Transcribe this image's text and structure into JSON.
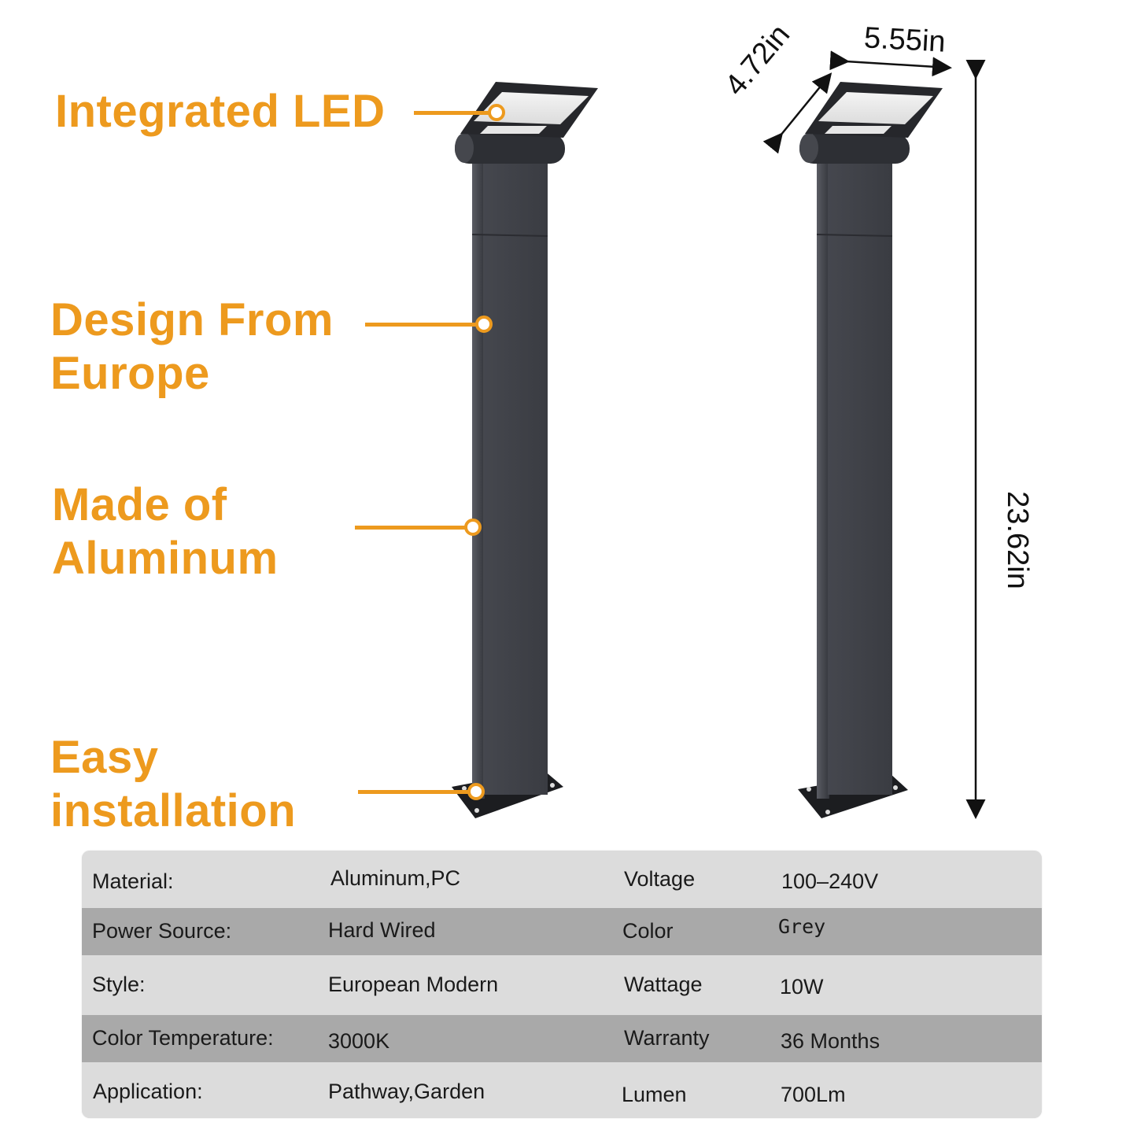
{
  "features": [
    {
      "label": "Integrated LED"
    },
    {
      "label": "Design From\nEurope"
    },
    {
      "label": "Made of\nAluminum"
    },
    {
      "label": "Easy\ninstallation"
    }
  ],
  "dimensions": {
    "width": "5.55in",
    "depth": "4.72in",
    "height": "23.62in"
  },
  "colors": {
    "accent": "#ED9A1E",
    "lamp_body": "#3a3c42",
    "table_light": "#dcdcdc",
    "table_dark": "#a9a9a9"
  },
  "specs": {
    "rows": [
      {
        "label1": "Material:",
        "value1": "Aluminum,PC",
        "label2": "Voltage",
        "value2": "100–240V"
      },
      {
        "label1": "Power Source:",
        "value1": "Hard Wired",
        "label2": "Color",
        "value2": "Grey"
      },
      {
        "label1": "Style:",
        "value1": "European Modern",
        "label2": "Wattage",
        "value2": "10W"
      },
      {
        "label1": "Color Temperature:",
        "value1": "3000K",
        "label2": "Warranty",
        "value2": "36 Months"
      },
      {
        "label1": "Application:",
        "value1": "Pathway,Garden",
        "label2": "Lumen",
        "value2": "700Lm"
      }
    ]
  }
}
